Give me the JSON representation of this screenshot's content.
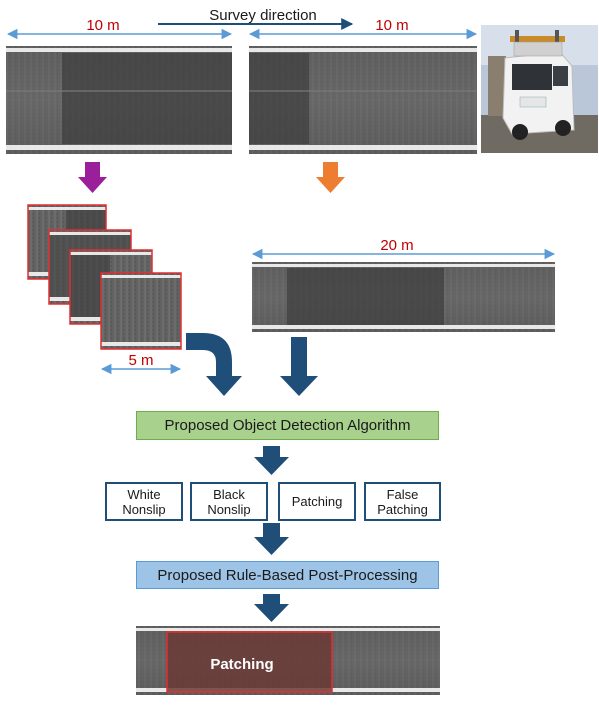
{
  "labels": {
    "survey_direction": "Survey direction",
    "top_left_distance": "10 m",
    "top_right_distance": "10 m",
    "stitched_distance": "20 m",
    "tile_distance": "5 m",
    "result_label": "Patching"
  },
  "stages": {
    "detection": "Proposed Object Detection Algorithm",
    "post_processing": "Proposed Rule-Based Post-Processing"
  },
  "classes": [
    {
      "label": "White\nNonslip"
    },
    {
      "label": "Black\nNonslip"
    },
    {
      "label": "Patching"
    },
    {
      "label": "False\nPatching"
    }
  ],
  "colors": {
    "dimension_arrow": "#5b9bd5",
    "dimension_text": "#c00000",
    "survey_arrow": "#1f4e79",
    "flow_arrow": "#1f4e79",
    "purple_arrow": "#9b1f9b",
    "orange_arrow": "#ed7d31",
    "detection_box": "#a9d18e",
    "post_box": "#9dc3e6",
    "highlight_border": "#e03030"
  }
}
